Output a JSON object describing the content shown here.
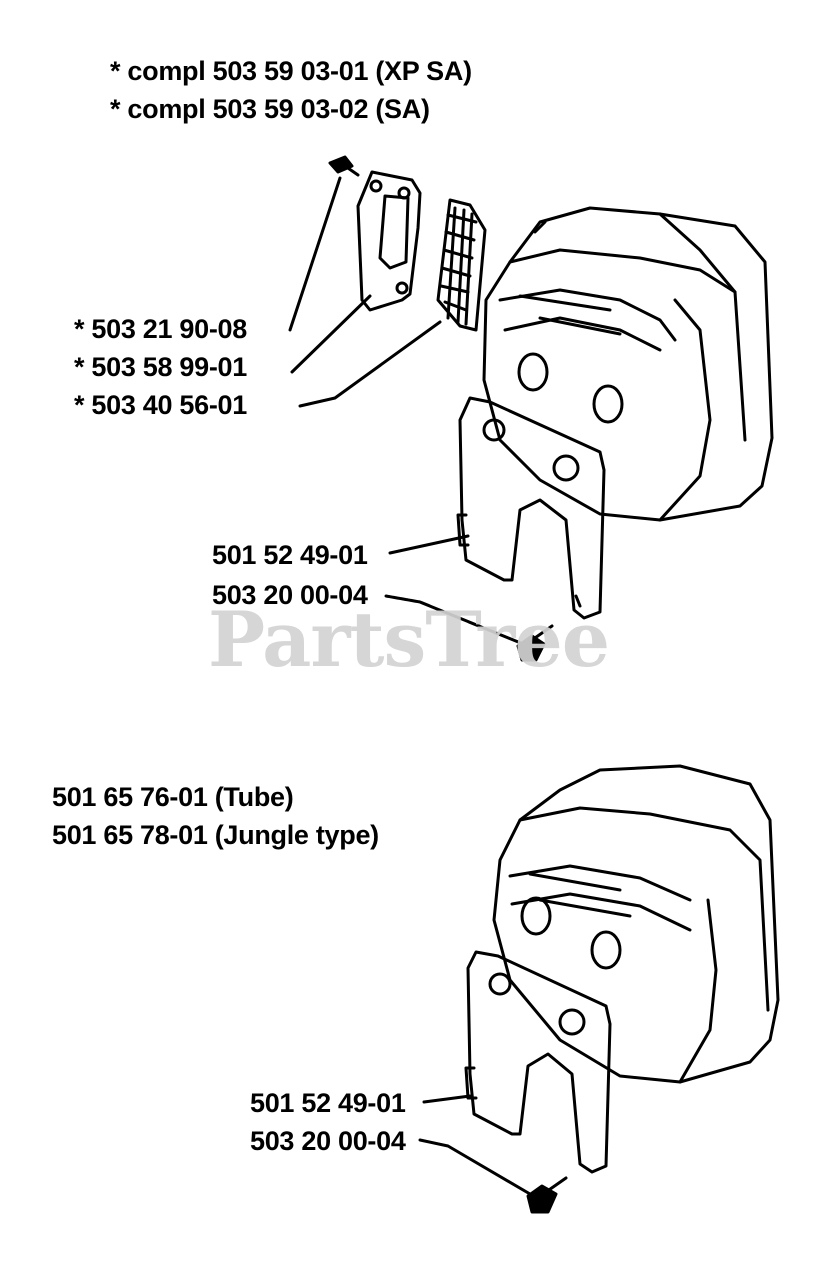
{
  "upper_assembly": {
    "compl_lines": [
      "*  compl 503 59 03-01 (XP SA)",
      "*  compl 503 59 03-02 (SA)"
    ],
    "parts": [
      "*  503 21 90-08",
      "*  503 58 99-01",
      "*  503 40 56-01",
      "501 52 49-01",
      "503 20 00-04"
    ]
  },
  "lower_assembly": {
    "variants": [
      "501 65 76-01 (Tube)",
      "501 65 78-01 (Jungle type)"
    ],
    "parts": [
      "501 52 49-01",
      "503 20 00-04"
    ]
  },
  "watermark": "PartsTree",
  "icons": [
    "screw-icon",
    "gasket-icon",
    "spark-screen-icon",
    "muffler-icon",
    "muffler-bracket-icon",
    "bolt-icon"
  ],
  "colors": {
    "ink": "#000000",
    "paper": "#ffffff",
    "watermark": "#d3d3d3"
  }
}
